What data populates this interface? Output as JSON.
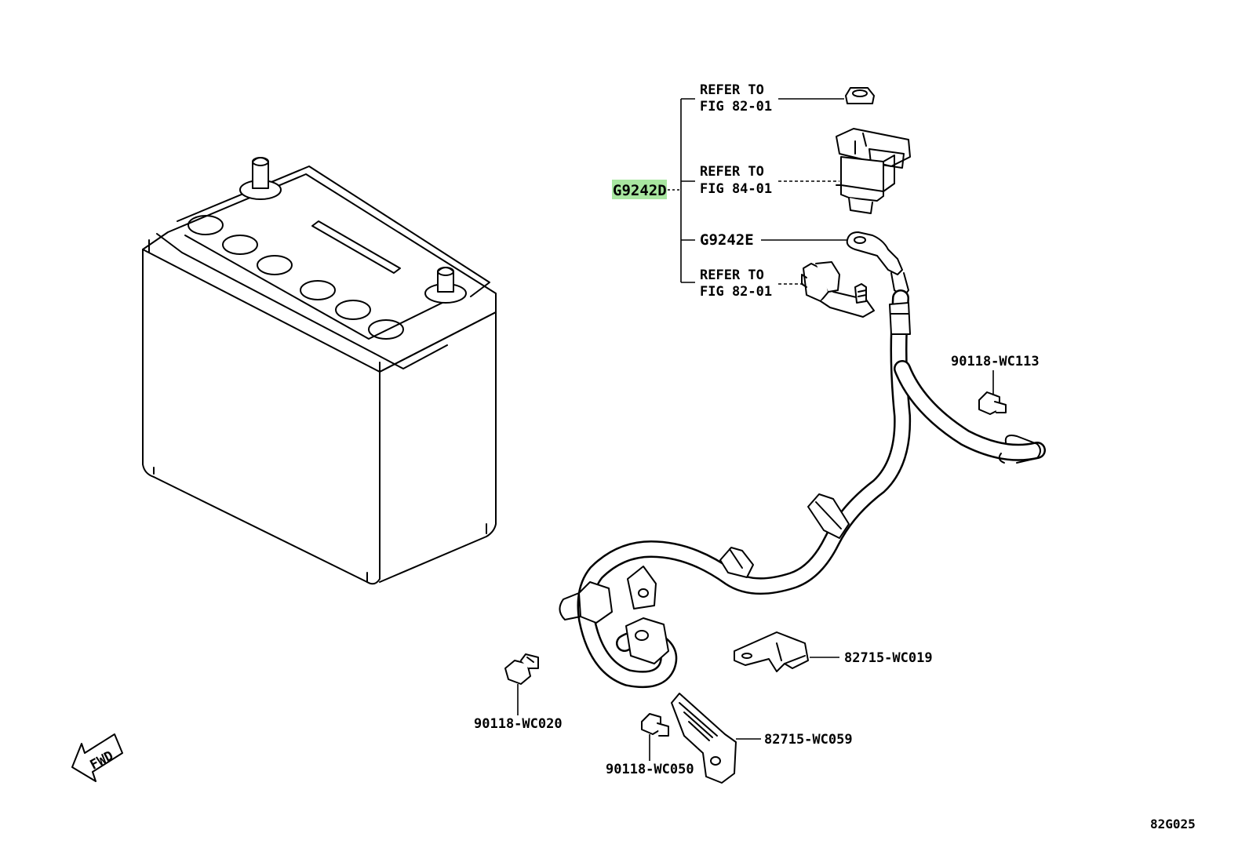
{
  "labels": {
    "g9242d": "G9242D",
    "g9242e": "G9242E",
    "refer1_a": "REFER TO",
    "refer1_b": "FIG 82-01",
    "refer2_a": "REFER TO",
    "refer2_b": "FIG 84-01",
    "refer3_a": "REFER TO",
    "refer3_b": "FIG 82-01",
    "p90118_wc113": "90118-WC113",
    "p82715_wc019": "82715-WC019",
    "p90118_wc020": "90118-WC020",
    "p82715_wc059": "82715-WC059",
    "p90118_wc050": "90118-WC050",
    "fwd": "FWD",
    "figure_id": "82G025"
  },
  "colors": {
    "highlight": "#a8e6a0",
    "line": "#000000"
  }
}
